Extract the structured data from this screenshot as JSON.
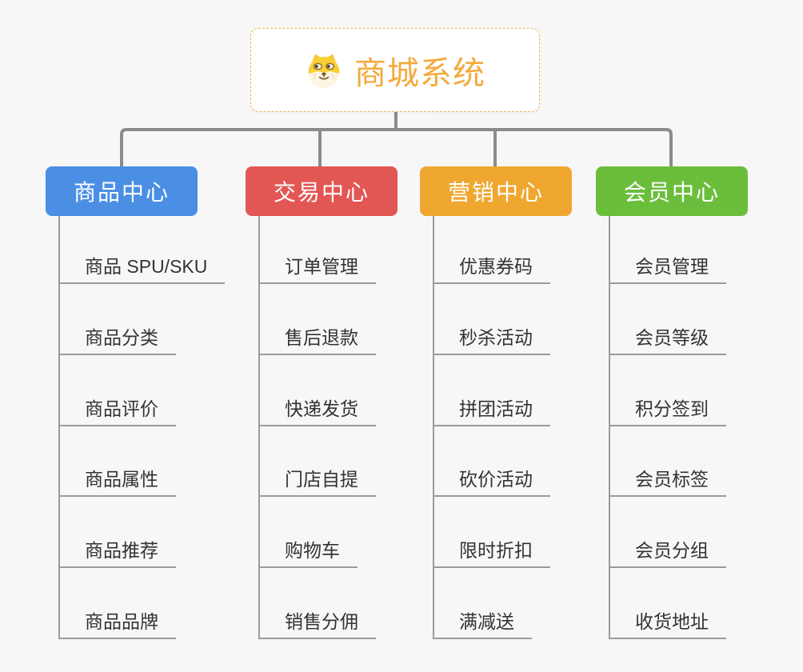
{
  "page": {
    "background_color": "#f7f7f7",
    "connector_color": "#8b8b8b",
    "leaf_line_color": "#9b9b9b",
    "leaf_text_color": "#333333"
  },
  "root": {
    "title": "商城系统",
    "icon": "shiba-dog-icon",
    "title_color": "#f3aa3d",
    "border_color": "#f0b35c",
    "background_color": "#ffffff"
  },
  "branches": [
    {
      "label": "商品中心",
      "color": "#4a8fe4",
      "items": [
        "商品 SPU/SKU",
        "商品分类",
        "商品评价",
        "商品属性",
        "商品推荐",
        "商品品牌"
      ]
    },
    {
      "label": "交易中心",
      "color": "#e25754",
      "items": [
        "订单管理",
        "售后退款",
        "快递发货",
        "门店自提",
        "购物车",
        "销售分佣"
      ]
    },
    {
      "label": "营销中心",
      "color": "#efa72f",
      "items": [
        "优惠券码",
        "秒杀活动",
        "拼团活动",
        "砍价活动",
        "限时折扣",
        "满减送"
      ]
    },
    {
      "label": "会员中心",
      "color": "#6bbe3c",
      "items": [
        "会员管理",
        "会员等级",
        "积分签到",
        "会员标签",
        "会员分组",
        "收货地址"
      ]
    }
  ]
}
